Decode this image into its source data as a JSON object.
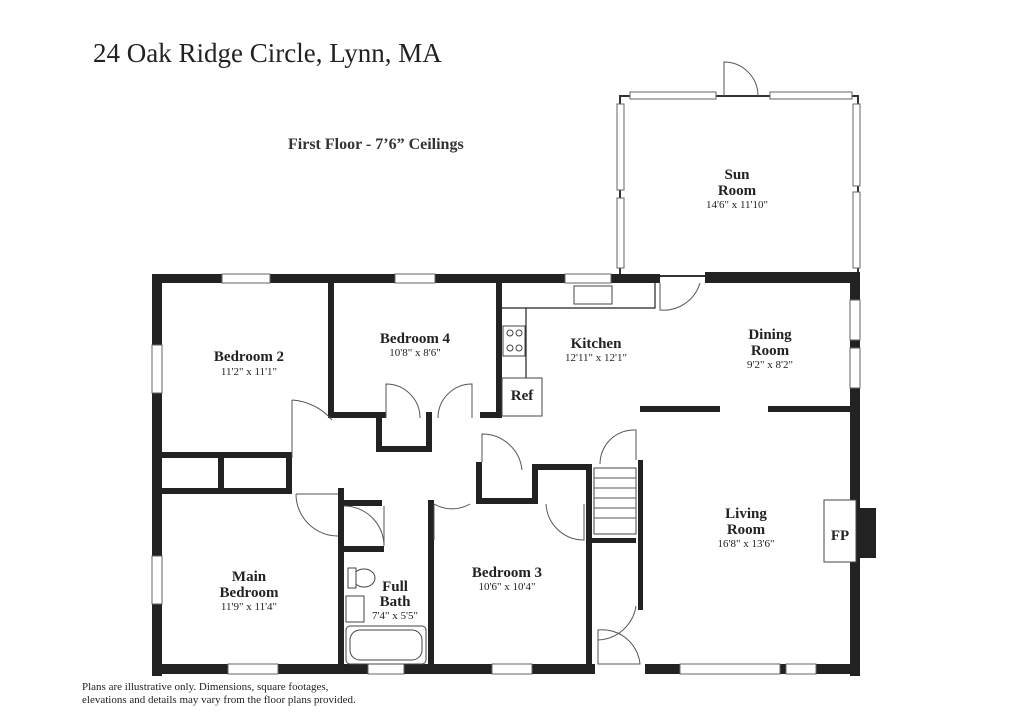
{
  "address": "24 Oak Ridge Circle, Lynn, MA",
  "floor_label": "First Floor - 7’6” Ceilings",
  "rooms": {
    "sun_room": {
      "name_line1": "Sun",
      "name_line2": "Room",
      "dims": "14'6\" x 11'10\""
    },
    "bedroom2": {
      "name": "Bedroom 2",
      "dims": "11'2\" x 11'1\""
    },
    "bedroom4": {
      "name": "Bedroom 4",
      "dims": "10'8\" x 8'6\""
    },
    "kitchen": {
      "name": "Kitchen",
      "dims": "12'11\" x 12'1\""
    },
    "dining": {
      "name_line1": "Dining",
      "name_line2": "Room",
      "dims": "9'2\" x 8'2\""
    },
    "ref": {
      "name": "Ref"
    },
    "main_bedroom": {
      "name_line1": "Main",
      "name_line2": "Bedroom",
      "dims": "11'9\" x 11'4\""
    },
    "full_bath": {
      "name_line1": "Full",
      "name_line2": "Bath",
      "dims": "7'4\" x 5'5\""
    },
    "bedroom3": {
      "name": "Bedroom 3",
      "dims": "10'6\" x 10'4\""
    },
    "living": {
      "name_line1": "Living",
      "name_line2": "Room",
      "dims": "16'8\" x 13'6\""
    },
    "fireplace": {
      "name": "FP"
    }
  },
  "disclaimer": {
    "line1": "Plans are illustrative only. Dimensions, square footages,",
    "line2": "elevations and details may vary from the floor plans provided."
  }
}
